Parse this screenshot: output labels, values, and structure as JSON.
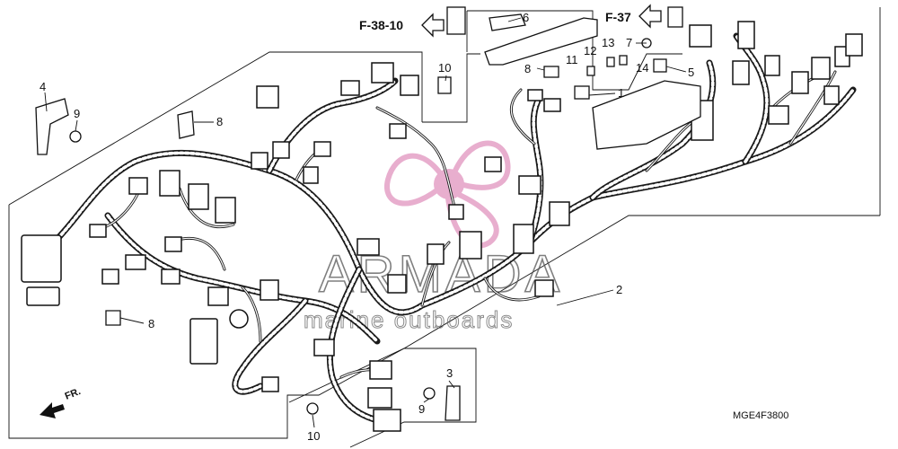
{
  "callouts": {
    "c1": "1",
    "c2": "2",
    "c3": "3",
    "c4": "4",
    "c5": "5",
    "c6": "6",
    "c7": "7",
    "c8a": "8",
    "c8b": "8",
    "c8c": "8",
    "c9a": "9",
    "c9b": "9",
    "c10a": "10",
    "c10b": "10",
    "c11": "11",
    "c12": "12",
    "c13": "13",
    "c14": "14"
  },
  "refs": {
    "left": "F-38-10",
    "right": "F-37"
  },
  "diagram_code": "MGE4F3800",
  "front_label": "FR.",
  "watermark": {
    "title": "ARMADA",
    "subtitle": "marine outboards",
    "accent": "#e4a0c6"
  }
}
